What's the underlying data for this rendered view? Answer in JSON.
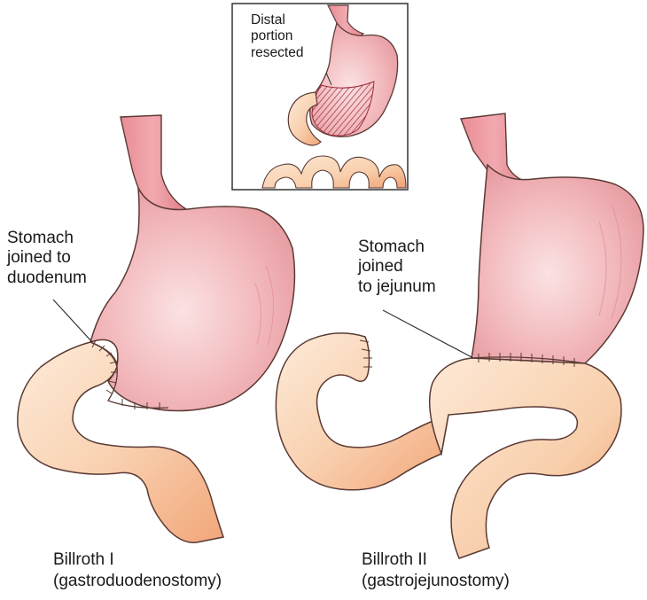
{
  "inset": {
    "label_lines": [
      "Distal",
      "portion",
      "resected"
    ]
  },
  "billroth1": {
    "annotation_lines": [
      "Stomach",
      "joined to",
      "duodenum"
    ],
    "caption_title": "Billroth I",
    "caption_subtitle": "(gastroduodenostomy)"
  },
  "billroth2": {
    "annotation_lines": [
      "Stomach",
      "joined",
      "to jejunum"
    ],
    "caption_title": "Billroth II",
    "caption_subtitle": "(gastrojejunostomy)"
  },
  "colors": {
    "stomach_fill": "#f2b3b6",
    "stomach_dark": "#e08a93",
    "esophagus_fill": "#ea8f98",
    "intestine_light": "#fce6d6",
    "intestine_mid": "#f8cba7",
    "intestine_dark": "#f3a878",
    "outline": "#5a3a34",
    "hatch": "#9a2a3a"
  }
}
